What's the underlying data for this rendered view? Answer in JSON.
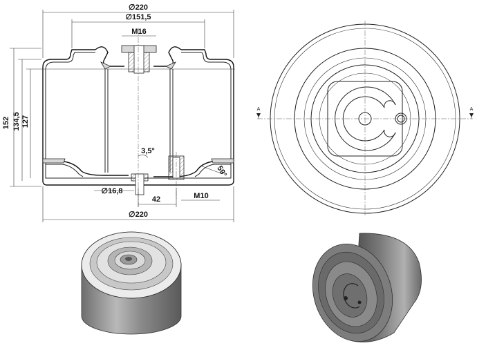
{
  "dimensions": {
    "top_diameter": "∅220",
    "inner_diameter": "∅151,5",
    "top_thread": "M16",
    "height_total": "152",
    "height_body": "134,5",
    "height_inner": "127",
    "angle_small": "3,5°",
    "angle_large": "59°",
    "bottom_hole": "∅16,8",
    "bottom_offset": "42",
    "bottom_thread": "M10",
    "bottom_diameter": "∅220"
  },
  "section_marks": {
    "left": "A",
    "right": "A"
  }
}
